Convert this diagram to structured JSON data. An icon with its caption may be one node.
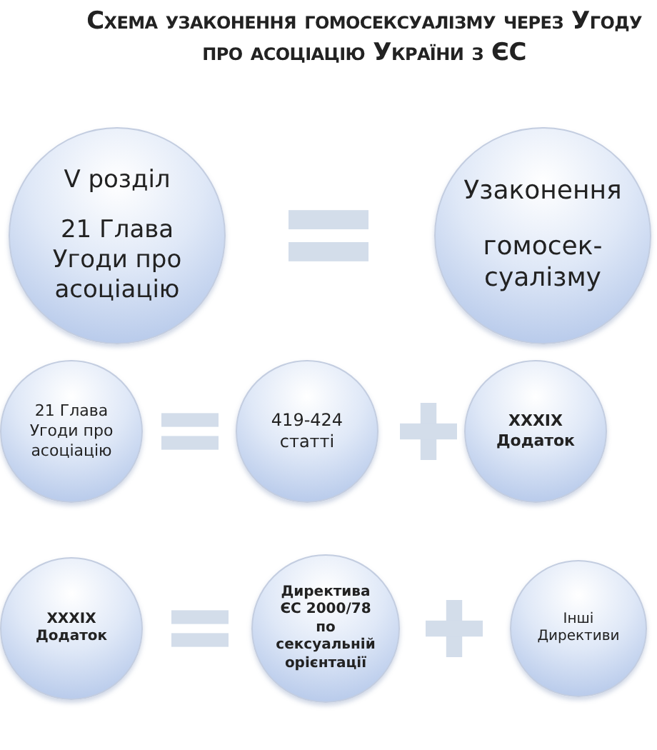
{
  "diagram": {
    "title": "Схема узаконення гомосексуалізму через Угоду про асоціацію України з ЄС",
    "nodes": [
      {
        "text": [
          "V розділ",
          "21 Глава Угоди про асоціацію"
        ]
      },
      {
        "text": [
          "Узаконення",
          "гомосек- суалізму"
        ]
      },
      {
        "text": [
          "21 Глава Угоди про асоціацію"
        ]
      },
      {
        "text": [
          "419-424 статті"
        ]
      },
      {
        "text": [
          "XXXIX Додаток"
        ]
      },
      {
        "text": [
          "XXXIX Додаток"
        ]
      },
      {
        "text": [
          "Директива ЄС 2000/78 по сексуальній орієнтації"
        ]
      },
      {
        "text": [
          "Інші Директиви"
        ]
      }
    ]
  }
}
